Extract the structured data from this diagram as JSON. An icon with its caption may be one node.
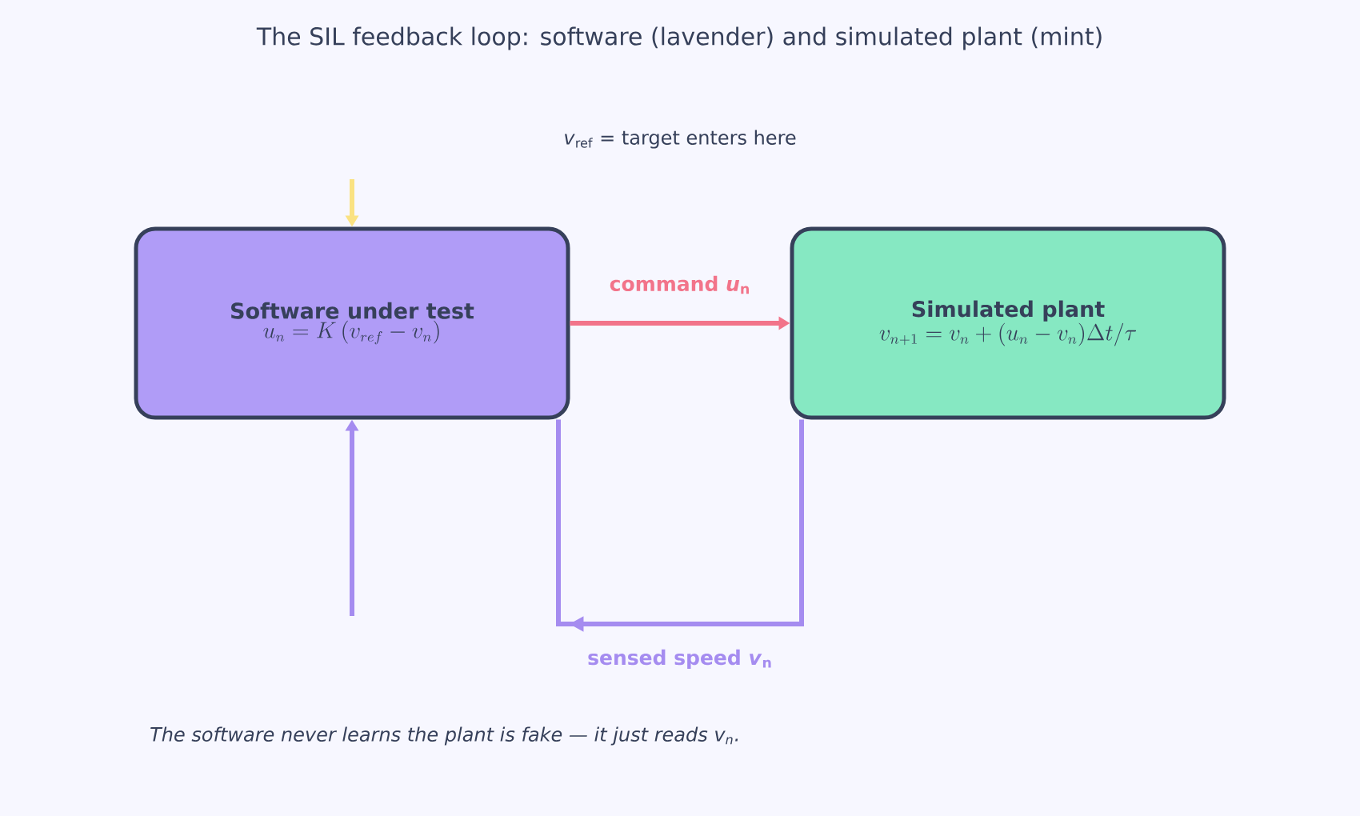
{
  "diagram": {
    "title": "The SIL feedback loop: software (lavender) and simulated plant (mint)",
    "caption": "The software never learns the plant is fake — it just reads *v*$_{n}$.",
    "nodes": [
      {
        "text": [
          "Software under test",
          "u_n = K\\,(v_{ref} - v_n)"
        ]
      },
      {
        "text": [
          "Simulated plant",
          "v_{n+1} = v_n + (u_n - v_n)\\Delta t/\\tau"
        ]
      }
    ],
    "edges": [
      {
        "from": 0,
        "to": 1,
        "arrow": "to",
        "label": "command *u*$_{n}$",
        "color": "#f2748a"
      },
      {
        "from": 1,
        "to": 0,
        "arrow": "to",
        "label": "sensed speed *v*$_{n}$",
        "color": "#a58cf0"
      },
      {
        "from": null,
        "to": 0,
        "arrow": "to",
        "color": "#a58cf0"
      },
      {
        "from": null,
        "to": 0,
        "arrow": "to",
        "color": "#fae282"
      }
    ],
    "labels": [
      "*v*$_{ref}$ = target enters here"
    ]
  }
}
